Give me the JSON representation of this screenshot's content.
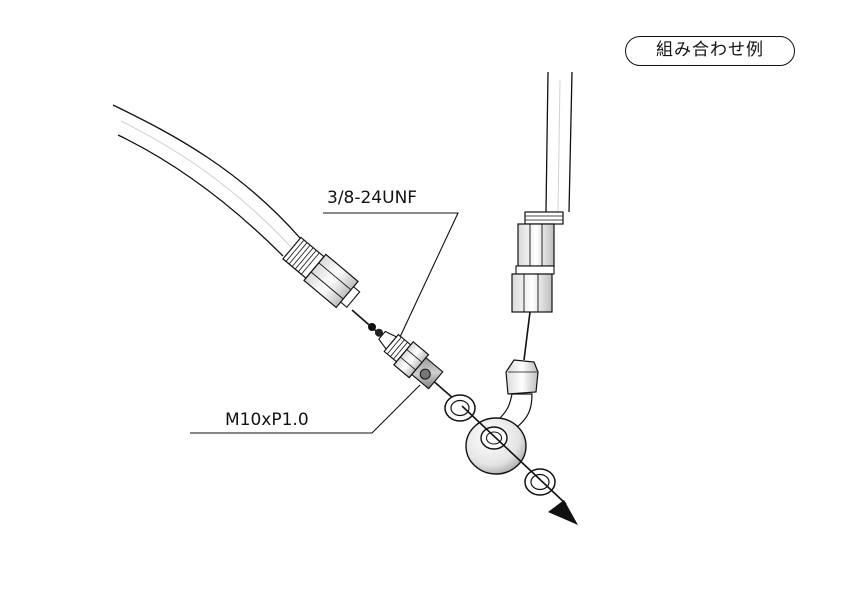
{
  "badge_text": "組み合わせ例",
  "callouts": {
    "upper": "3/8-24UNF",
    "lower": "M10xP1.0"
  }
}
